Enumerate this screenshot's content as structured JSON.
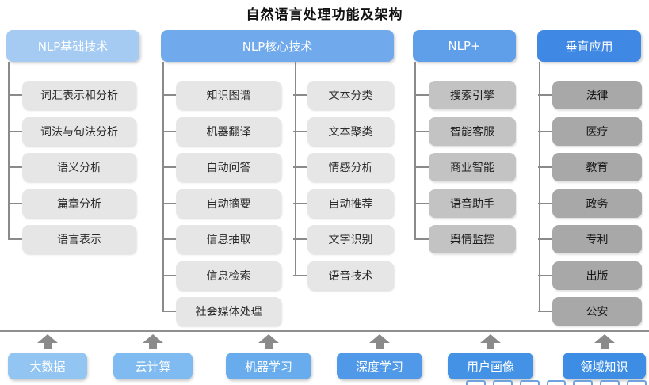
{
  "title": "自然语言处理功能及架构",
  "columns": [
    {
      "header": "NLP基础技术",
      "items": [
        "词汇表示和分析",
        "词法与句法分析",
        "语义分析",
        "篇章分析",
        "语言表示"
      ]
    },
    {
      "header": "NLP核心技术",
      "left_items": [
        "知识图谱",
        "机器翻译",
        "自动问答",
        "自动摘要",
        "信息抽取",
        "信息检索",
        "社会媒体处理"
      ],
      "right_items": [
        "文本分类",
        "文本聚类",
        "情感分析",
        "自动推荐",
        "文字识别",
        "语音技术"
      ]
    },
    {
      "header": "NLP+",
      "items": [
        "搜索引擎",
        "智能客服",
        "商业智能",
        "语音助手",
        "舆情监控"
      ]
    },
    {
      "header": "垂直应用",
      "items": [
        "法律",
        "医疗",
        "教育",
        "政务",
        "专利",
        "出版",
        "公安"
      ]
    }
  ],
  "foundation": {
    "items": [
      "大数据",
      "云计算",
      "机器学习",
      "深度学习",
      "用户画像",
      "领域知识"
    ]
  },
  "colors": {
    "header_blues": [
      "#a5cbf3",
      "#70a9ec",
      "#5f9fe9",
      "#3f88e4"
    ],
    "item_grays": [
      "#e6e6e6",
      "#e6e6e6",
      "#c3c3c3",
      "#a8a8a8"
    ],
    "foundation_blues": [
      "#92c5f1",
      "#7fbbf0",
      "#68acee",
      "#5099e8",
      "#4392e6",
      "#3d8de4"
    ],
    "connector": "#8a8a8a",
    "arrow": "#8a8a8a",
    "separator": "#8f8f8f",
    "header_text": "#ffffff",
    "title_text": "#111111"
  }
}
